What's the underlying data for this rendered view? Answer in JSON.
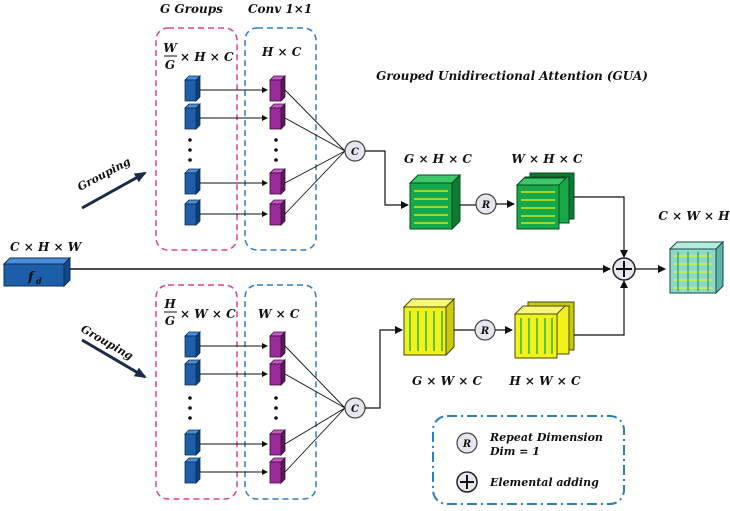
{
  "title": "Grouped Unidirectional Attention (GUA)",
  "labels": {
    "g_groups": "G Groups",
    "conv": "Conv 1×1",
    "top_group_frac_num": "W",
    "top_group_frac_den": "G",
    "top_group_dims": "× H × C",
    "top_conv_dims": "H × C",
    "bottom_group_frac_num": "H",
    "bottom_group_frac_den": "G",
    "bottom_group_dims": "× W × C",
    "bottom_conv_dims": "W × C",
    "grouping_top": "Grouping",
    "grouping_bottom": "Grouping",
    "input_dims": "C × H × W",
    "input_name": "f",
    "input_sub": "d",
    "top_concat_dims": "G × H × C",
    "top_repeat_dims": "W × H × C",
    "bottom_concat_dims": "G × W × C",
    "bottom_repeat_dims": "H × W × C",
    "output_dims": "C × W × H",
    "concat_symbol": "C",
    "repeat_symbol": "R"
  },
  "legend": {
    "repeat_symbol": "R",
    "repeat_text_line1": "Repeat Dimension",
    "repeat_text_line2": "Dim = 1",
    "add_text": "Elemental adding"
  },
  "colors": {
    "group_box": "#e0409a",
    "conv_box": "#2f7fc0",
    "blue_block": "#1c5fa8",
    "purple_block": "#9b2a9a",
    "green_cube": "#17a84a",
    "yellow_cube": "#f2f21a",
    "teal_cube": "#8fd8c8",
    "legend_border": "#2a7fc0"
  }
}
